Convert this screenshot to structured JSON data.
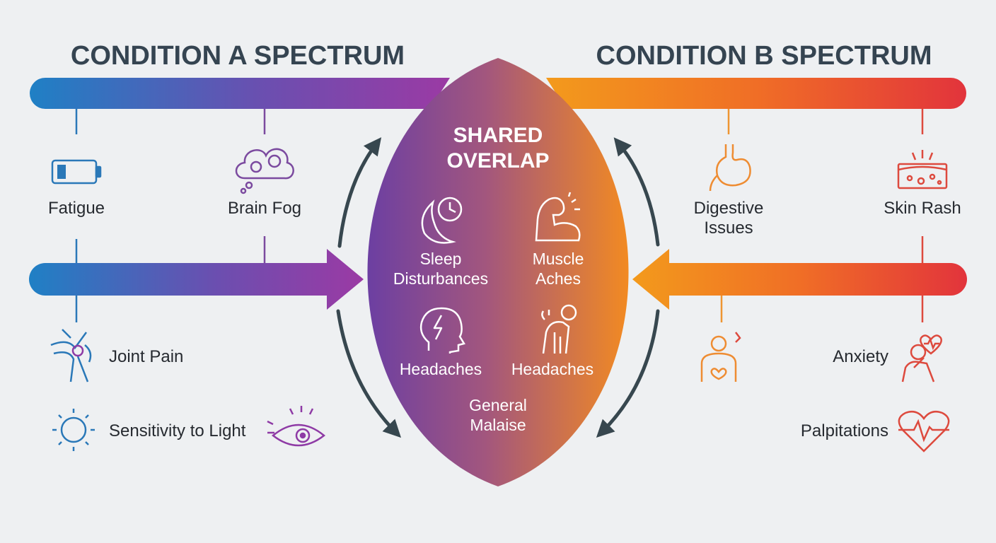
{
  "titles": {
    "left": "CONDITION A SPECTRUM",
    "right": "CONDITION B SPECTRUM"
  },
  "colors": {
    "a_start": "#1f7fc4",
    "a_end": "#8e3aa5",
    "b_start": "#f28a1a",
    "b_end": "#e2343c",
    "connector": "#37474f"
  },
  "condition_a": {
    "symptoms": [
      {
        "label": "Fatigue",
        "icon": "battery-icon"
      },
      {
        "label": "Brain Fog",
        "icon": "brain-fog-cloud-icon"
      },
      {
        "label": "Joint Pain",
        "icon": "knee-joint-icon"
      },
      {
        "label": "Sensitivity to Light",
        "icon": "sun-icon",
        "icon2": "eye-light-icon"
      }
    ]
  },
  "condition_b": {
    "symptoms": [
      {
        "label": "Digestive\nIssues",
        "icon": "stomach-icon"
      },
      {
        "label": "Skin Rash",
        "icon": "skin-rash-icon"
      },
      {
        "label": "Anxiety",
        "icon": "anxious-person-icon"
      },
      {
        "label": "Palpitations",
        "icon": "heartbeat-icon"
      }
    ],
    "extra_icon": "person-heart-icon"
  },
  "overlap": {
    "title": "SHARED\nOVERLAP",
    "items": [
      {
        "label": "Sleep\nDisturbances",
        "icon": "moon-clock-icon"
      },
      {
        "label": "Muscle\nAches",
        "icon": "flexed-arm-icon"
      },
      {
        "label": "Headaches",
        "icon": "head-lightning-icon"
      },
      {
        "label": "Headaches",
        "icon": "aching-person-icon"
      }
    ],
    "footer": "General\nMalaise"
  }
}
